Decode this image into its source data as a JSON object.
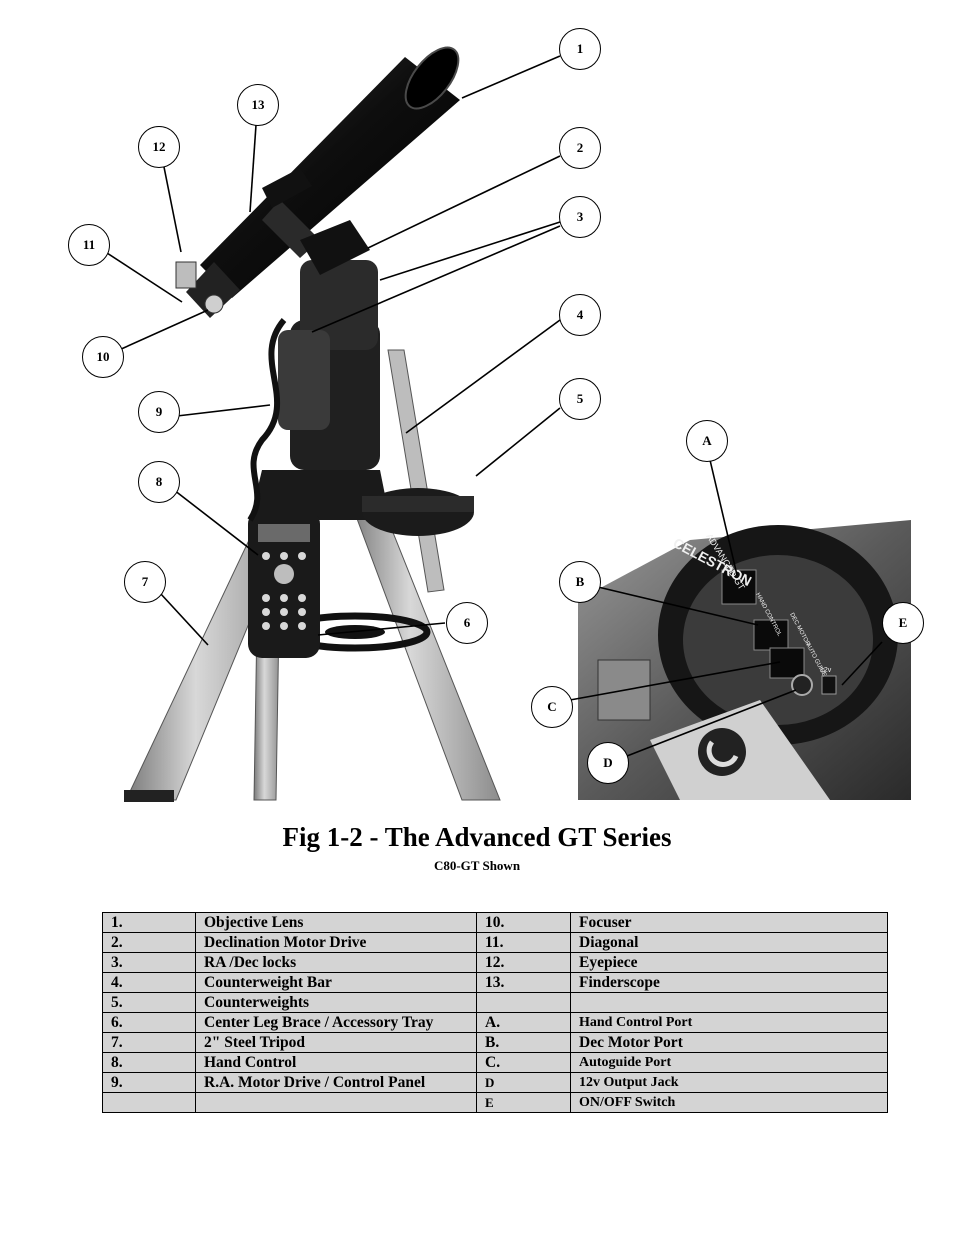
{
  "figure": {
    "title": "Fig 1-2  - The Advanced GT Series",
    "subtitle": "C80-GT Shown",
    "callouts": {
      "c1": "1",
      "c2": "2",
      "c3": "3",
      "c4": "4",
      "c5": "5",
      "c6": "6",
      "c7": "7",
      "c8": "8",
      "c9": "9",
      "c10": "10",
      "c11": "11",
      "c12": "12",
      "c13": "13",
      "cA": "A",
      "cB": "B",
      "cC": "C",
      "cD": "D",
      "cE": "E"
    },
    "panel_text": {
      "brand_ring": "CELESTRON",
      "mount_model": "ADVANCED GT",
      "port_hand": "HAND CONTROL",
      "port_dec": "DEC MOTOR",
      "port_auto": "AUTO GUIDE",
      "power_label": "12v"
    },
    "icons": [
      "telescope-photo",
      "mount-closeup-photo",
      "celestron-logo"
    ]
  },
  "legend": {
    "rows": [
      {
        "num1": "1.",
        "item1": "Objective Lens",
        "num2": "10.",
        "item2": "Focuser"
      },
      {
        "num1": "2.",
        "item1": "Declination Motor Drive",
        "num2": "11.",
        "item2": "Diagonal"
      },
      {
        "num1": "3.",
        "item1": "RA /Dec locks",
        "num2": "12.",
        "item2": "Eyepiece"
      },
      {
        "num1": "4.",
        "item1": "Counterweight Bar",
        "num2": "13.",
        "item2": "Finderscope"
      },
      {
        "num1": "5.",
        "item1": "Counterweights",
        "num2": "",
        "item2": ""
      },
      {
        "num1": "6.",
        "item1": "Center Leg Brace / Accessory Tray",
        "num2": "A.",
        "item2": "Hand Control  Port"
      },
      {
        "num1": "7.",
        "item1": "2\" Steel Tripod",
        "num2": "B.",
        "item2": "Dec Motor Port"
      },
      {
        "num1": "8.",
        "item1": "Hand Control",
        "num2": "C.",
        "item2": "Autoguide Port"
      },
      {
        "num1": "9.",
        "item1": "R.A. Motor Drive / Control Panel",
        "num2": "D",
        "item2": "12v Output Jack"
      },
      {
        "num1": "",
        "item1": "",
        "num2": "E",
        "item2": "ON/OFF Switch"
      }
    ]
  }
}
